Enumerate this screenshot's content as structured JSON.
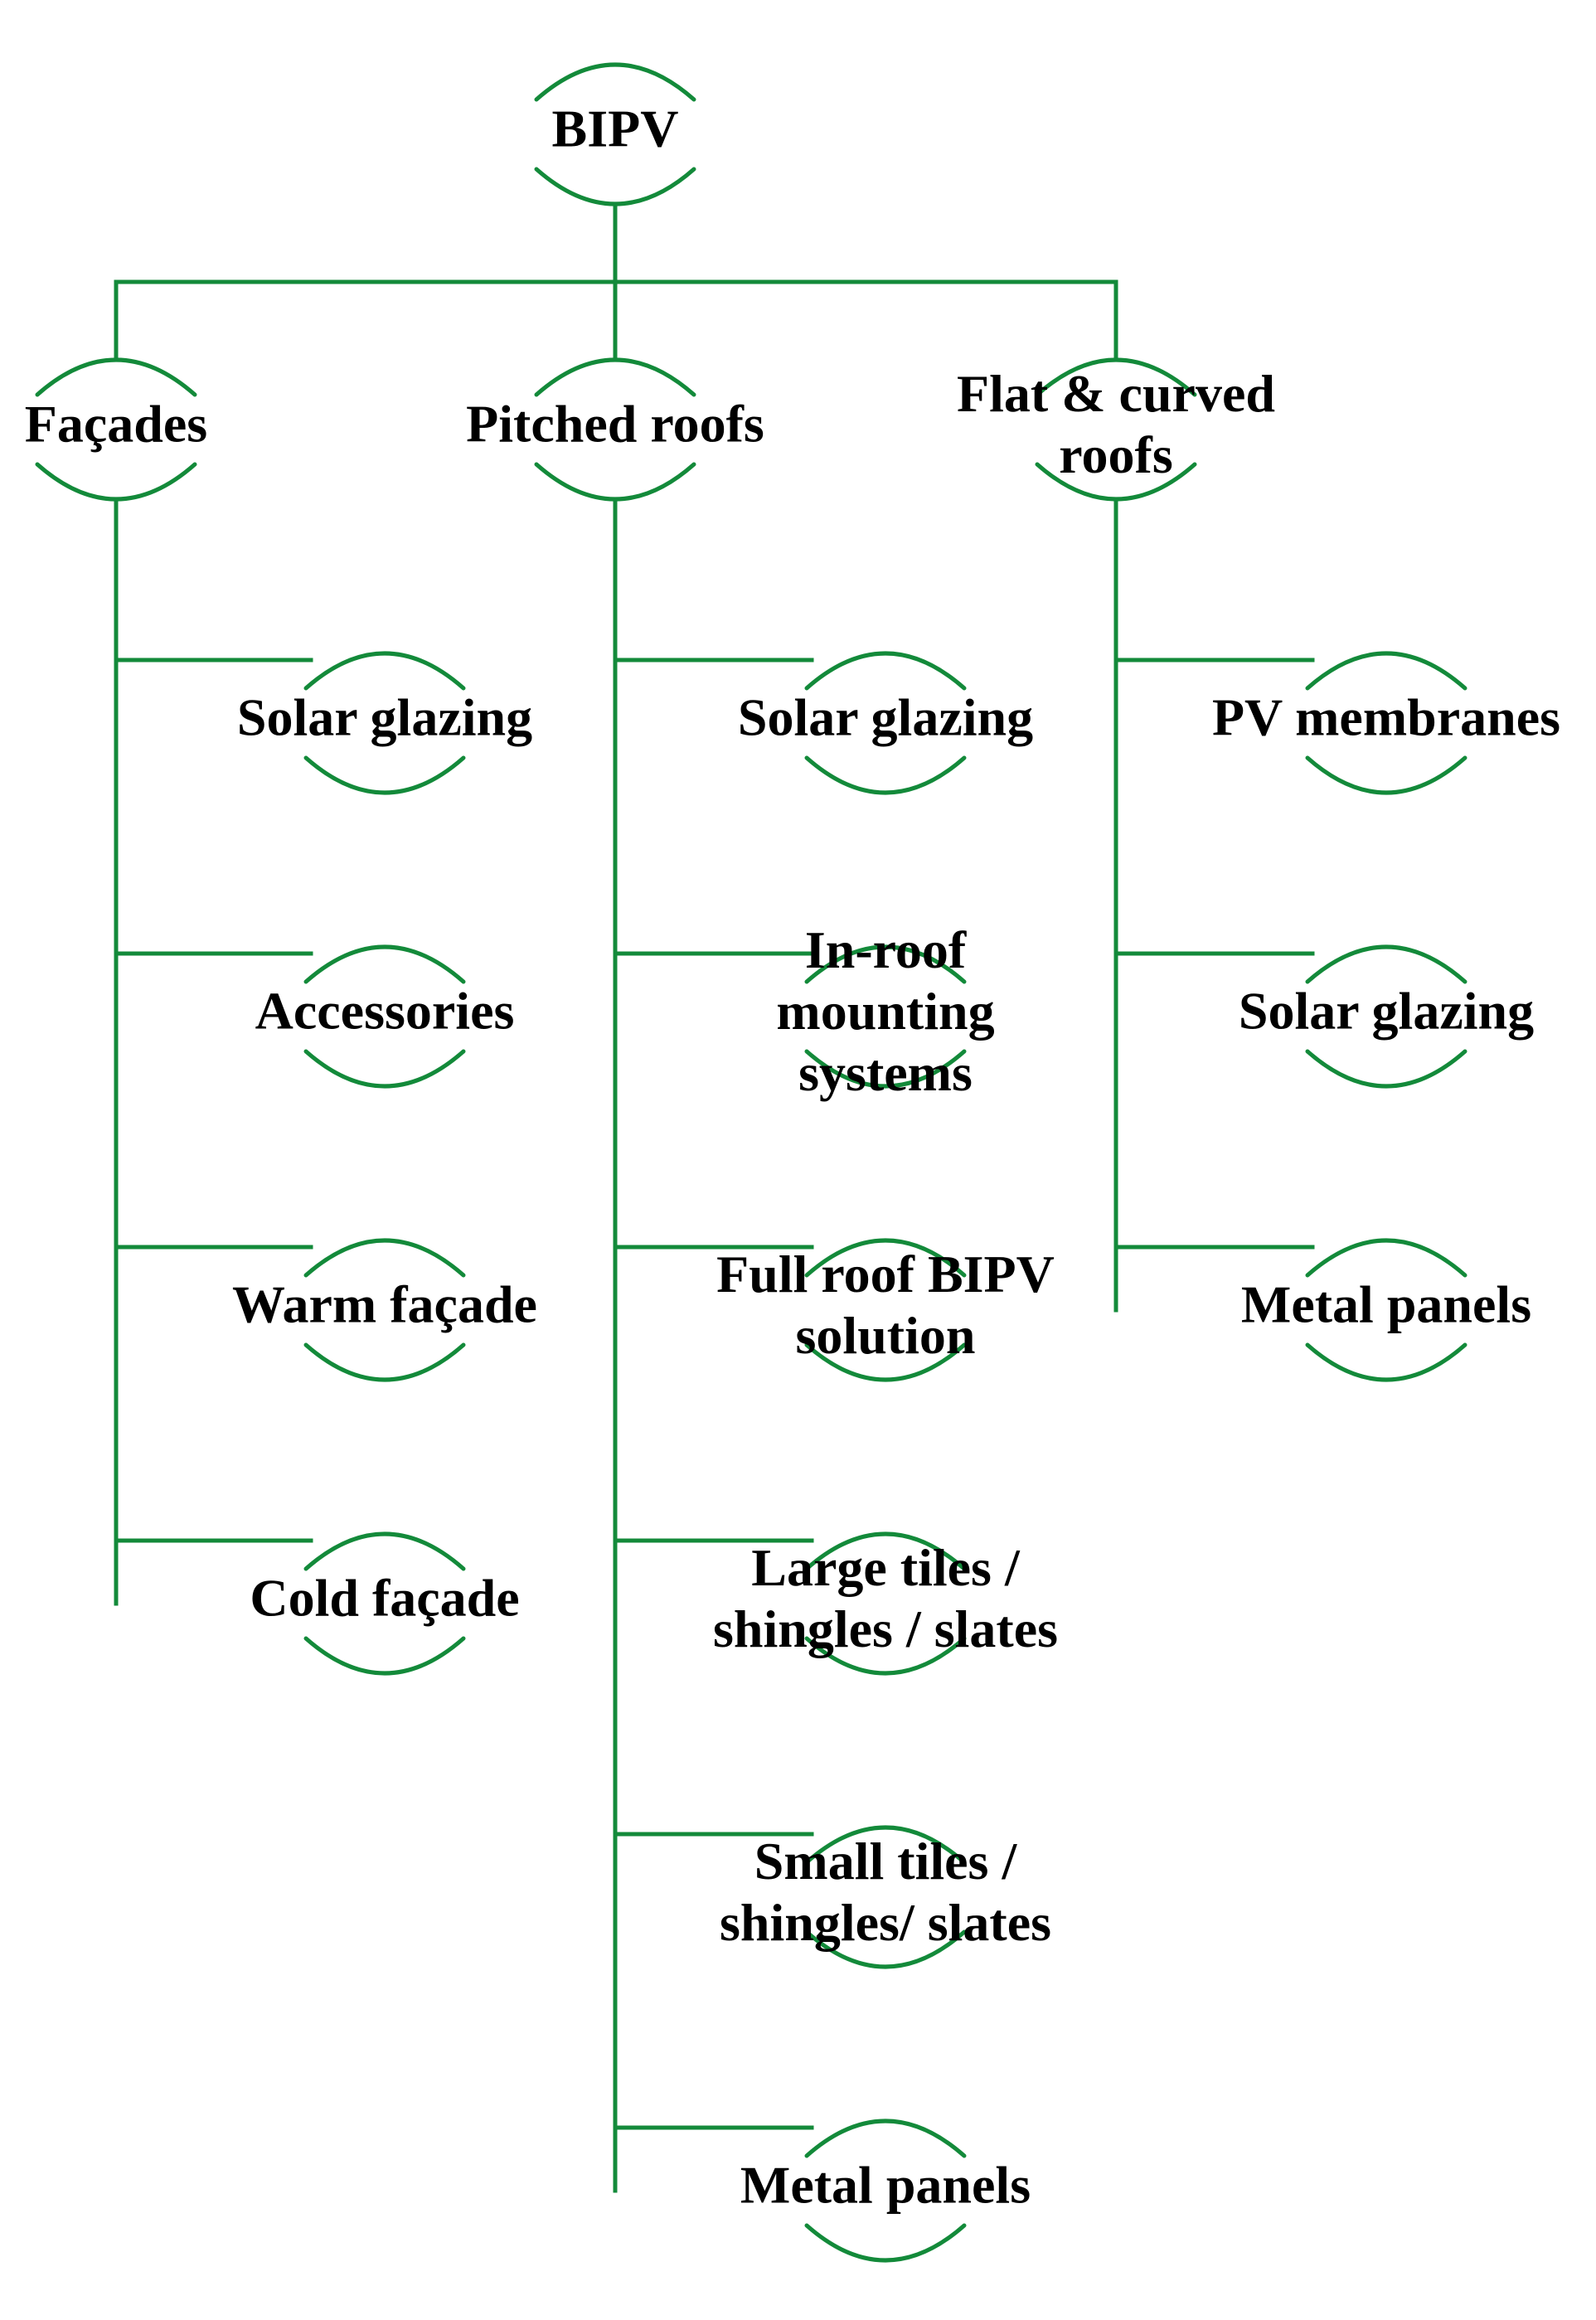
{
  "colors": {
    "line": "#138a3a",
    "text": "#000000",
    "background": "#ffffff"
  },
  "root": {
    "id": "bipv",
    "label": "BIPV"
  },
  "categories": [
    {
      "id": "facades",
      "label": "Façades",
      "children": [
        {
          "id": "facades-solar-glazing",
          "label": "Solar glazing"
        },
        {
          "id": "facades-accessories",
          "label": "Accessories"
        },
        {
          "id": "facades-warm-facade",
          "label": "Warm façade"
        },
        {
          "id": "facades-cold-facade",
          "label": "Cold façade"
        }
      ]
    },
    {
      "id": "pitched-roofs",
      "label": "Pitched roofs",
      "children": [
        {
          "id": "pitched-solar-glazing",
          "label": "Solar glazing"
        },
        {
          "id": "pitched-in-roof",
          "label": "In-roof mounting systems",
          "lines": [
            "In-roof",
            "mounting",
            "systems"
          ]
        },
        {
          "id": "pitched-full-roof",
          "label": "Full roof BIPV solution",
          "lines": [
            "Full roof BIPV",
            "solution"
          ]
        },
        {
          "id": "pitched-large-tiles",
          "label": "Large tiles / shingles / slates",
          "lines": [
            "Large tiles /",
            "shingles / slates"
          ]
        },
        {
          "id": "pitched-small-tiles",
          "label": "Small tiles / shingles/ slates",
          "lines": [
            "Small tiles /",
            "shingles/ slates"
          ]
        },
        {
          "id": "pitched-metal-panels",
          "label": "Metal panels"
        }
      ]
    },
    {
      "id": "flat-curved-roofs",
      "label": "Flat & curved roofs",
      "lines": [
        "Flat & curved",
        "roofs"
      ],
      "children": [
        {
          "id": "flat-pv-membranes",
          "label": "PV membranes"
        },
        {
          "id": "flat-solar-glazing",
          "label": "Solar glazing"
        },
        {
          "id": "flat-metal-panels",
          "label": "Metal panels"
        }
      ]
    }
  ]
}
